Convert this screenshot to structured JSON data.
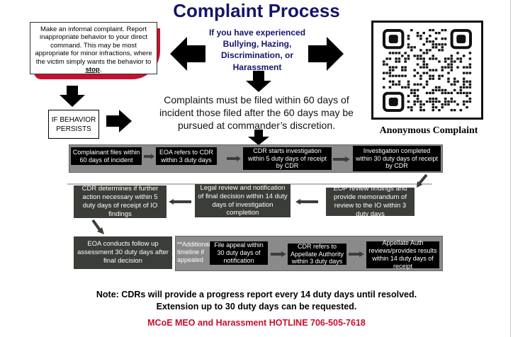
{
  "title": "Complaint Process",
  "informal": {
    "text": "Make an informal complaint. Report inappropriate behavior to your direct command. This may be most appropriate for minor infractions, where the victim simply wants the behavior to ",
    "emph": "stop",
    "end": "."
  },
  "question": "If you have experienced Bullying, Hazing, Discrimination, or Harassment",
  "deadline": "Complaints must be filed within 60 days of incident those filed after the 60 days may be pursued at commander’s discretion.",
  "persists": "IF BEHAVIOR PERSISTS",
  "qr_caption": "Anonymous Complaint",
  "row1": [
    "Complainant files within 60 days of incident",
    "EOA refers to CDR within 3 duty days",
    "CDR starts investigation within 5 duty days of receipt by CDR",
    "Investigation completed within 30 duty days of receipt by CDR"
  ],
  "row2": [
    "CDR determines if further action necessary within 5 duty days of receipt of IO findings",
    "Legal review and notification of final decision within 14 duty days of investigation completion",
    "EOP review findings and provide memorandum of review to the IO within 3 duty days"
  ],
  "row3": {
    "followup": "EOA conducts follow up assessment 30 duty days after final decision",
    "additional": "**Additional timeline if appealed",
    "steps": [
      "File appeal within 30 duty days of notification",
      "CDR refers to Appellate Authority within 3 duty days",
      "Appellate Auth reviews/provides results within 14 duty days of receipt"
    ]
  },
  "note": {
    "line1": "Note: CDRs will provide a progress report every 14 duty days until resolved.",
    "line2": "Extension up to 30 duty days can be requested."
  },
  "hotline": "MCoE MEO and Harassment HOTLINE 706-505-7618",
  "colors": {
    "navy": "#15156b",
    "red": "#c8102e",
    "band": "#8a8a8a",
    "dark_box": "#3a3d38"
  }
}
